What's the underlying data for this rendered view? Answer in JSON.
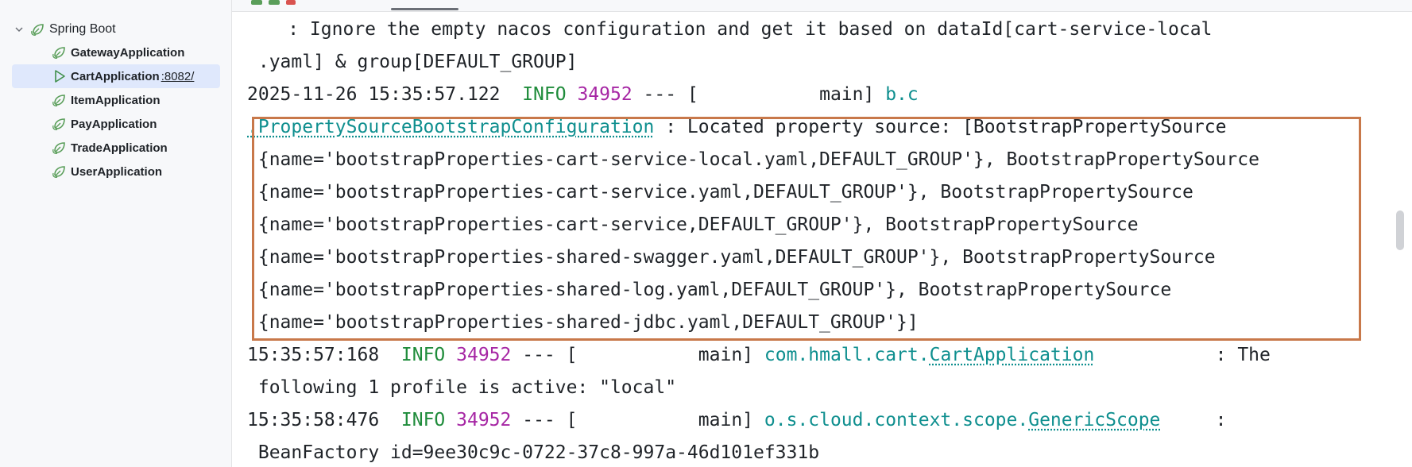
{
  "sidebar": {
    "root_label": "Spring Boot",
    "items": [
      {
        "label": "GatewayApplication",
        "port": "",
        "state": "stopped"
      },
      {
        "label": "CartApplication",
        "port": ":8082/",
        "state": "running"
      },
      {
        "label": "ItemApplication",
        "port": "",
        "state": "stopped"
      },
      {
        "label": "PayApplication",
        "port": "",
        "state": "stopped"
      },
      {
        "label": "TradeApplication",
        "port": "",
        "state": "stopped"
      },
      {
        "label": "UserApplication",
        "port": "",
        "state": "stopped"
      }
    ]
  },
  "console": {
    "l0": "     : Ignore the empty nacos configuration and get it based on dataId[cart-service-local",
    "l1": " .yaml] & group[DEFAULT_GROUP]",
    "l2": {
      "time": "2025-11-26 15:35:57.122",
      "level": "INFO",
      "pid": "34952",
      "thread": " --- [           main] ",
      "logger": "b.c"
    },
    "l3": {
      "logger_link": ".PropertySourceBootstrapConfiguration",
      "text": " : Located property source: [BootstrapPropertySource"
    },
    "l4": " {name='bootstrapProperties-cart-service-local.yaml,DEFAULT_GROUP'}, BootstrapPropertySource",
    "l5": " {name='bootstrapProperties-cart-service.yaml,DEFAULT_GROUP'}, BootstrapPropertySource",
    "l6": " {name='bootstrapProperties-cart-service,DEFAULT_GROUP'}, BootstrapPropertySource",
    "l7": " {name='bootstrapProperties-shared-swagger.yaml,DEFAULT_GROUP'}, BootstrapPropertySource",
    "l8": " {name='bootstrapProperties-shared-log.yaml,DEFAULT_GROUP'}, BootstrapPropertySource",
    "l9": " {name='bootstrapProperties-shared-jdbc.yaml,DEFAULT_GROUP'}]",
    "l10": {
      "time": "15:35:57:168",
      "level": "INFO",
      "pid": "34952",
      "thread": " --- [           main] ",
      "pkg": "com.hmall.cart.",
      "link": "CartApplication",
      "tail": "           : The"
    },
    "l11": " following 1 profile is active: \"local\"",
    "l12": {
      "time": "15:35:58:476",
      "level": "INFO",
      "pid": "34952",
      "thread": " --- [           main] ",
      "pkg": "o.s.cloud.context.scope.",
      "link": "GenericScope",
      "tail": "     :"
    },
    "l13": " BeanFactory id=9ee30c9c-0722-37c8-997a-46d101ef331b"
  },
  "colors": {
    "info": "#1f8c3b",
    "pid": "#a626a4",
    "logger": "#0f8f8f",
    "highlight": "#c8784a",
    "selection": "#dfe8fc"
  }
}
